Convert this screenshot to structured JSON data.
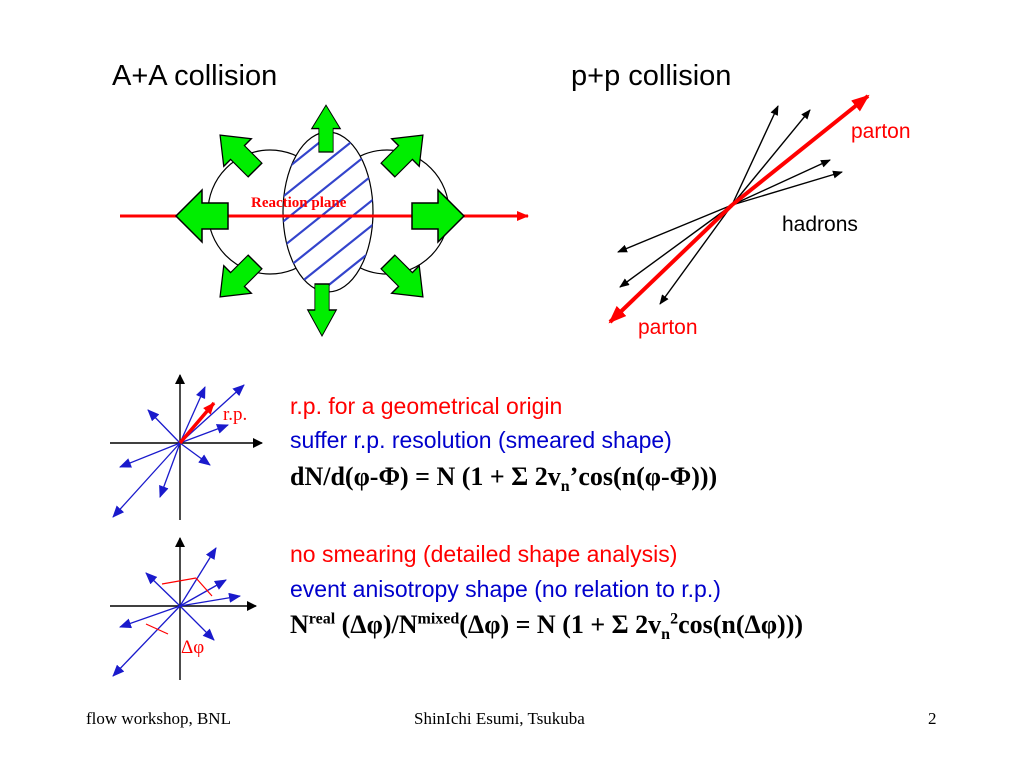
{
  "titles": {
    "aa": "A+A collision",
    "pp": "p+p collision"
  },
  "aa_diagram": {
    "reaction_plane_label": "Reaction plane"
  },
  "pp_diagram": {
    "parton_top": "parton",
    "parton_bottom": "parton",
    "hadrons": "hadrons"
  },
  "section1": {
    "axis_label": "r.p.",
    "line1": "r.p. for a geometrical origin",
    "line2": "suffer r.p. resolution (smeared shape)",
    "equation": {
      "a": "dN/d(φ-Φ) = N (1 + Σ 2v",
      "sub": "n",
      "b": "’cos(n(φ-Φ)))"
    }
  },
  "section2": {
    "axis_label": "Δφ",
    "line1": "no smearing (detailed shape analysis)",
    "line2": "event anisotropy shape (no relation to r.p.)",
    "equation": {
      "n1": "N",
      "sup1": "real",
      "mid": " (Δφ)/N",
      "sup2": "mixed",
      "c": "(Δφ) = N (1 + Σ 2v",
      "sub": "n",
      "sup3": "2",
      "d": "cos(n(Δφ)))"
    }
  },
  "footer": {
    "left": "flow workshop, BNL",
    "center": "ShinIchi Esumi, Tsukuba",
    "page": "2"
  },
  "colors": {
    "red": "#ff0000",
    "blue": "#0000cc",
    "green": "#00ee00",
    "hatch": "#3344cc"
  }
}
